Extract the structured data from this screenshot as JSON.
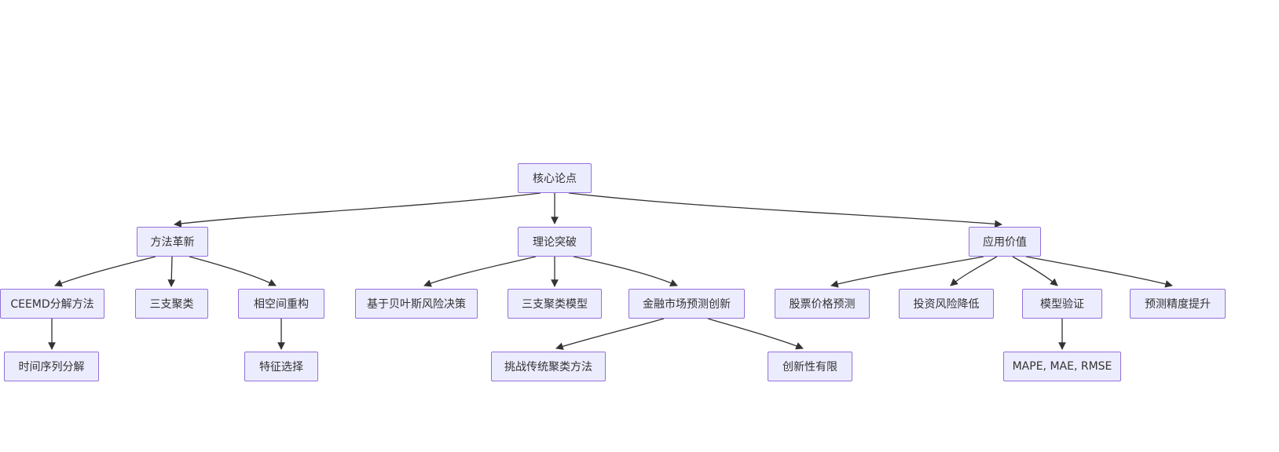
{
  "diagram": {
    "title": "核心论点 mind map",
    "colors": {
      "node_fill": "#ECECFF",
      "node_border": "#9370DB",
      "edge": "#333333",
      "text": "#333333",
      "background": "#ffffff"
    },
    "nodes": {
      "root": "核心论点",
      "method": "方法革新",
      "theory": "理论突破",
      "application": "应用价值",
      "ceemd": "CEEMD分解方法",
      "three_way": "三支聚类",
      "phase_space": "相空间重构",
      "bayes": "基于贝叶斯风险决策",
      "three_way_model": "三支聚类模型",
      "finance_innovation": "金融市场预测创新",
      "stock_prediction": "股票价格预测",
      "risk_reduction": "投资风险降低",
      "model_validation": "模型验证",
      "accuracy": "预测精度提升",
      "time_series": "时间序列分解",
      "feature_selection": "特征选择",
      "challenge_clustering": "挑战传统聚类方法",
      "limited_innovation": "创新性有限",
      "metrics": "MAPE, MAE, RMSE"
    },
    "edges": [
      {
        "from": "核心论点",
        "to": "方法革新"
      },
      {
        "from": "核心论点",
        "to": "理论突破"
      },
      {
        "from": "核心论点",
        "to": "应用价值"
      },
      {
        "from": "方法革新",
        "to": "CEEMD分解方法"
      },
      {
        "from": "方法革新",
        "to": "三支聚类"
      },
      {
        "from": "方法革新",
        "to": "相空间重构"
      },
      {
        "from": "理论突破",
        "to": "基于贝叶斯风险决策"
      },
      {
        "from": "理论突破",
        "to": "三支聚类模型"
      },
      {
        "from": "理论突破",
        "to": "金融市场预测创新"
      },
      {
        "from": "应用价值",
        "to": "股票价格预测"
      },
      {
        "from": "应用价值",
        "to": "投资风险降低"
      },
      {
        "from": "应用价值",
        "to": "模型验证"
      },
      {
        "from": "应用价值",
        "to": "预测精度提升"
      },
      {
        "from": "CEEMD分解方法",
        "to": "时间序列分解"
      },
      {
        "from": "相空间重构",
        "to": "特征选择"
      },
      {
        "from": "金融市场预测创新",
        "to": "挑战传统聚类方法"
      },
      {
        "from": "金融市场预测创新",
        "to": "创新性有限"
      },
      {
        "from": "模型验证",
        "to": "MAPE, MAE, RMSE"
      }
    ]
  }
}
